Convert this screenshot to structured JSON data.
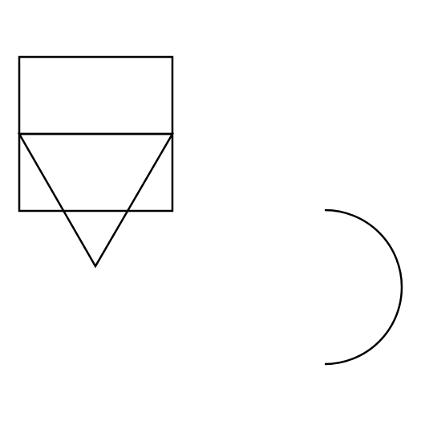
{
  "diagram": {
    "background_color": "#ffffff",
    "stroke_color": "#000000",
    "shapes": [
      {
        "kind": "square"
      },
      {
        "kind": "line"
      },
      {
        "kind": "triangle"
      },
      {
        "kind": "semicircle-arc"
      }
    ]
  }
}
